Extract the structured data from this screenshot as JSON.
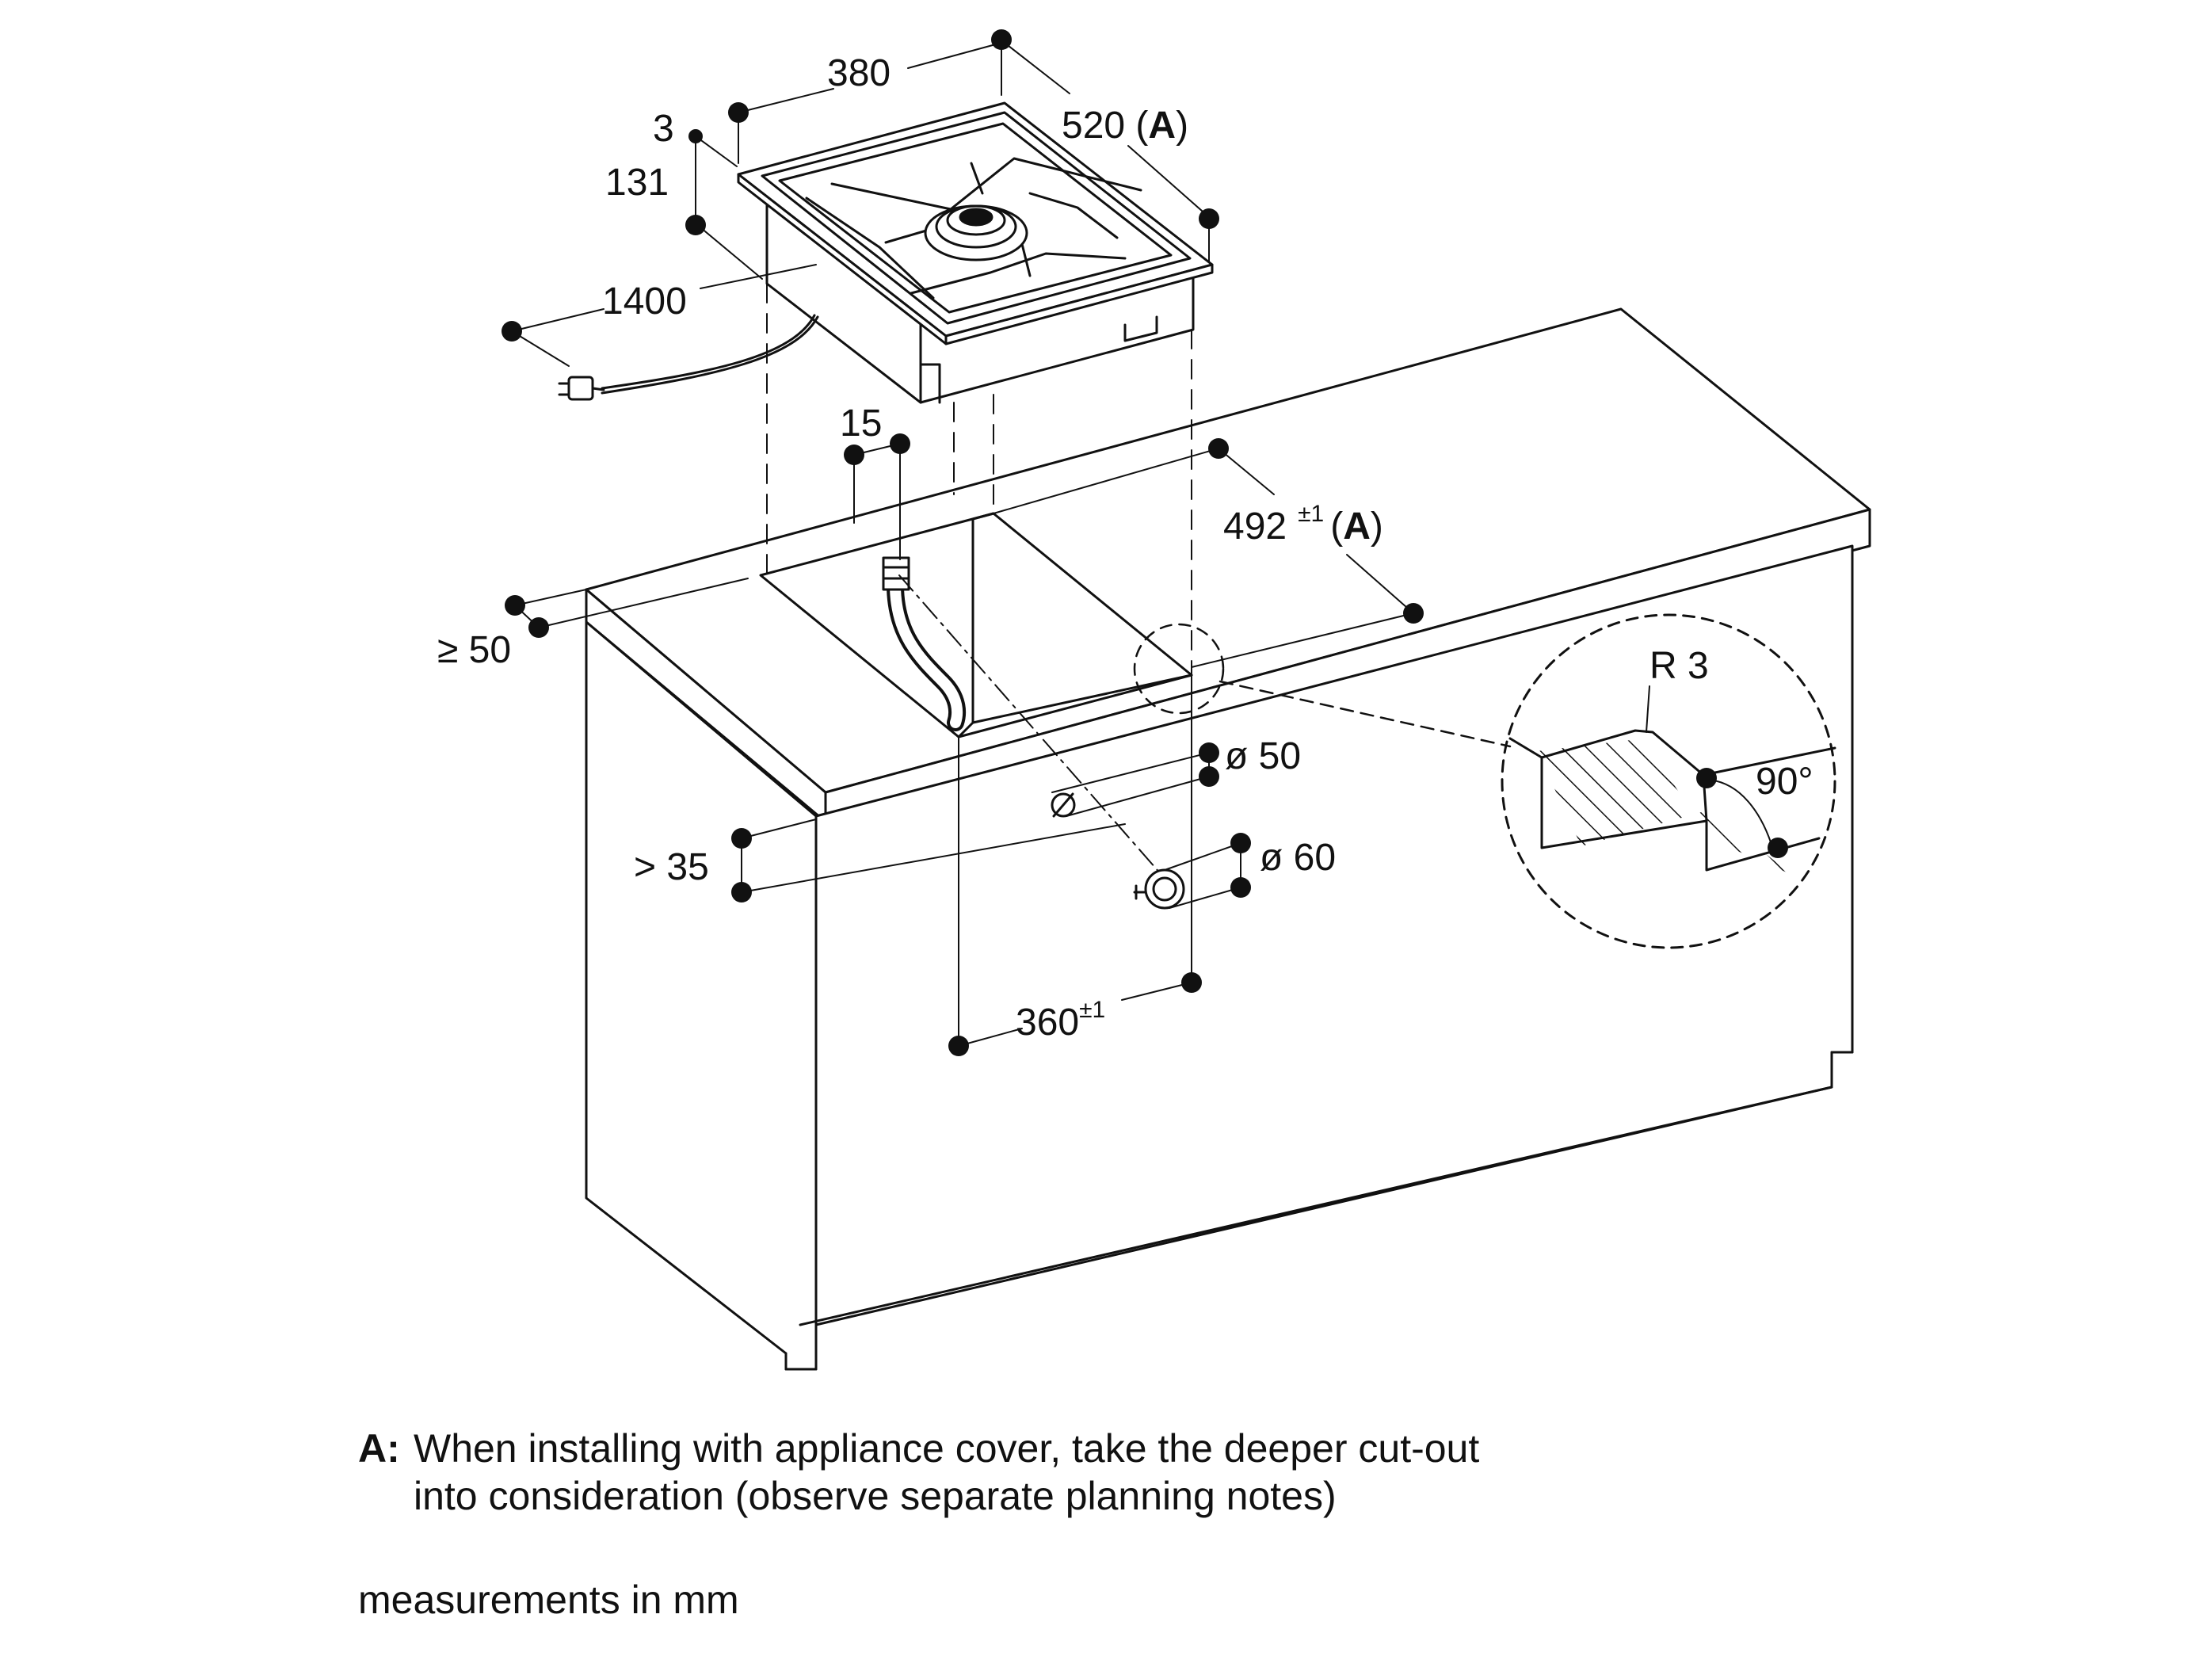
{
  "dimensions": {
    "width": "380",
    "depth": "520 (",
    "depth_key": "A",
    "depth_close": ")",
    "top_thickness": "3",
    "height": "131",
    "cable": "1400",
    "inset": "15",
    "cutout_depth": "492",
    "cutout_depth_tol": "±1",
    "cutout_depth_key": "A",
    "front_edge": "≥ 50",
    "cutout_width": "360",
    "cutout_width_tol": "±1",
    "hole_small": "ø 50",
    "hole_large": "ø 60",
    "min_clearance": "> 35",
    "radius": "R 3",
    "angle": "90°"
  },
  "notes": {
    "key": "A",
    "key_sep": ":",
    "line1": "When installing with appliance cover, take the deeper cut-out",
    "line2": "into consideration (observe separate planning notes)"
  },
  "units_text": "measurements in mm"
}
